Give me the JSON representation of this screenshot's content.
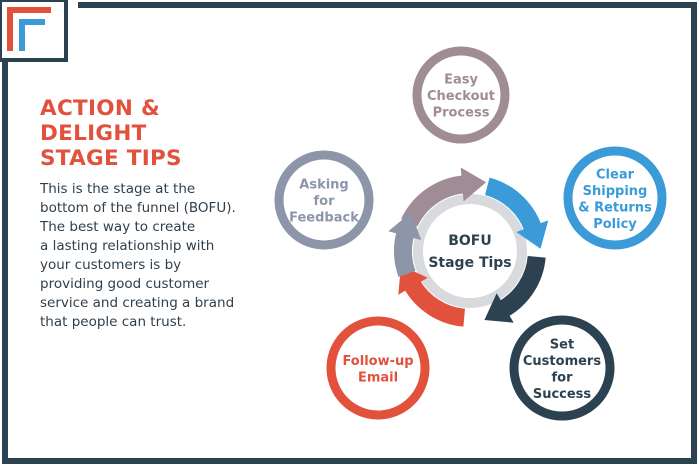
{
  "colors": {
    "frame": "#2d4250",
    "logo_red": "#e2513c",
    "logo_blue": "#3a9bd8",
    "heading": "#e2513c",
    "body_text": "#2f3f4c",
    "mauve": "#a08c95",
    "blue": "#3a9bd8",
    "navy": "#2d4250",
    "red": "#e2513c",
    "slate": "#8c96a8",
    "circle_fill": "#ffffff",
    "center_ring": "#d8dade"
  },
  "heading": [
    "ACTION &",
    "DELIGHT",
    "STAGE TIPS"
  ],
  "body_lines": [
    "This is the stage at the",
    "bottom of the funnel (BOFU).",
    "The best way to create",
    "a lasting relationship with",
    "your customers is by",
    "providing good customer",
    "service and creating a brand",
    "that people can trust."
  ],
  "center": {
    "lines": [
      "BOFU",
      "Stage Tips"
    ]
  },
  "nodes": [
    {
      "id": "easy-checkout",
      "color": "mauve",
      "lines": [
        "Easy",
        "Checkout",
        "Process"
      ]
    },
    {
      "id": "clear-shipping",
      "color": "blue",
      "lines": [
        "Clear",
        "Shipping",
        "& Returns",
        "Policy"
      ]
    },
    {
      "id": "set-customers",
      "color": "navy",
      "lines": [
        "Set",
        "Customers",
        "for",
        "Success"
      ]
    },
    {
      "id": "follow-up-email",
      "color": "red",
      "lines": [
        "Follow-up",
        "Email"
      ]
    },
    {
      "id": "asking-feedback",
      "color": "slate",
      "lines": [
        "Asking",
        "for",
        "Feedback"
      ]
    }
  ]
}
